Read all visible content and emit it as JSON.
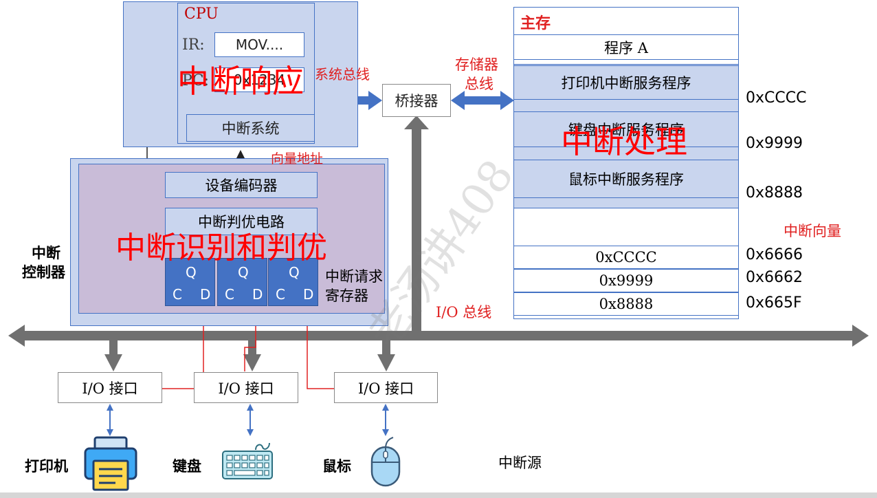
{
  "cpu": {
    "title": "CPU",
    "ir_label": "IR:",
    "ir_value": "MOV....",
    "pc_label": "PC:",
    "pc_value": "0x1234",
    "interrupt_system": "中断系统",
    "overlay": "中断响应"
  },
  "system_bus_label": "系统总线",
  "bridge": "桥接器",
  "memory_bus_label": [
    "存储器",
    "总线"
  ],
  "main_memory": {
    "title": "主存",
    "program_a": "程序 A",
    "printer_isr": "打印机中断服务程序",
    "keyboard_isr": "键盘中断服务程序",
    "mouse_isr": "鼠标中断服务程序",
    "overlay": "中断处理",
    "addr_cccc": "0xCCCC",
    "addr_9999": "0x9999",
    "addr_8888": "0x8888",
    "vector_label": "中断向量",
    "vectors": [
      {
        "value": "0xCCCC",
        "address": "0x6666"
      },
      {
        "value": "0x9999",
        "address": "0x6662"
      },
      {
        "value": "0x8888",
        "address": "0x665F"
      }
    ]
  },
  "controller": {
    "label": [
      "中断",
      "控制器"
    ],
    "vector_address": "向量地址",
    "device_encoder": "设备编码器",
    "priority_circuit": "中断判优电路",
    "overlay": "中断识别和判优",
    "register_label": [
      "中断请求",
      "寄存器"
    ],
    "flipflop": {
      "q": "Q",
      "c": "C",
      "d": "D"
    }
  },
  "io_bus_label": "I/O 总线",
  "io_interfaces": [
    "I/O 接口",
    "I/O 接口",
    "I/O 接口"
  ],
  "devices": {
    "printer": "打印机",
    "keyboard": "键盘",
    "mouse": "鼠标"
  },
  "interrupt_source": "中断源",
  "watermark": "老汤讲408",
  "colors": {
    "blue_box": "#c9d5ee",
    "border": "#4472c4",
    "red": "#ff0000",
    "arrow_blue": "#4472c4",
    "bus_gray": "#707070",
    "controller_purple": "#c9bcd8"
  }
}
